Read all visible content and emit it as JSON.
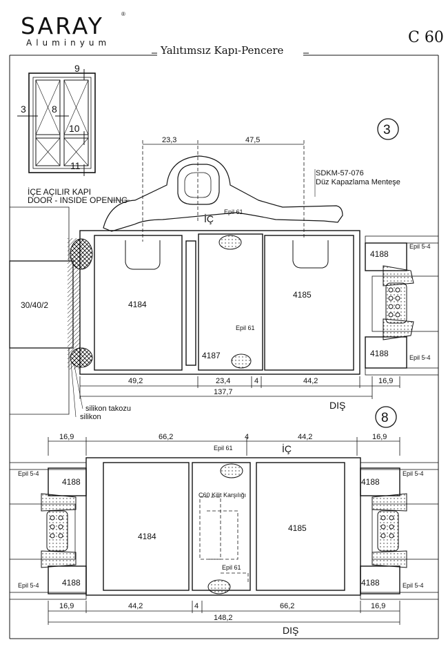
{
  "header": {
    "brand": "SARAY",
    "brand_sub": "Aluminyum",
    "registered": "®",
    "model": "C 60",
    "title": "Yalıtımsız Kapı-Pencere"
  },
  "key_plan": {
    "labels": [
      "9",
      "3",
      "8",
      "10",
      "11"
    ],
    "caption_tr": "İÇE AÇILIR KAPI",
    "caption_en": "DOOR - INSIDE OPENING"
  },
  "section3": {
    "number": "3",
    "top_dims": [
      "23,3",
      "47,5"
    ],
    "hinge_code": "SDKM-57-076",
    "hinge_name": "Düz Kapazlama Menteşe",
    "inside": "İÇ",
    "outside": "DIŞ",
    "wall": "30/40/2",
    "profiles": [
      "4184",
      "4185",
      "4187",
      "4188",
      "4188"
    ],
    "gaskets": [
      "Epil 61",
      "Epil 61",
      "Epil 5-4",
      "Epil 5-4"
    ],
    "bottom_dims": [
      "49,2",
      "23,4",
      "4",
      "44,2",
      "16,9"
    ],
    "total": "137,7",
    "notes": [
      "silikon takozu",
      "silikon"
    ]
  },
  "section8": {
    "number": "8",
    "top_dims": [
      "16,9",
      "66,2",
      "4",
      "44,2",
      "16,9"
    ],
    "inside": "İÇ",
    "outside": "DIŞ",
    "profiles": [
      "4188",
      "4184",
      "4188",
      "4185",
      "4188",
      "4188"
    ],
    "gaskets": [
      "Epil 61",
      "Epil 61",
      "Epil 5-4",
      "Epil 5-4",
      "Epil 5-4",
      "Epil 5-4"
    ],
    "lock_label": "C60 Kilit Karşılığı",
    "bottom_dims": [
      "16,9",
      "44,2",
      "4",
      "66,2",
      "16,9"
    ],
    "total": "148,2"
  }
}
